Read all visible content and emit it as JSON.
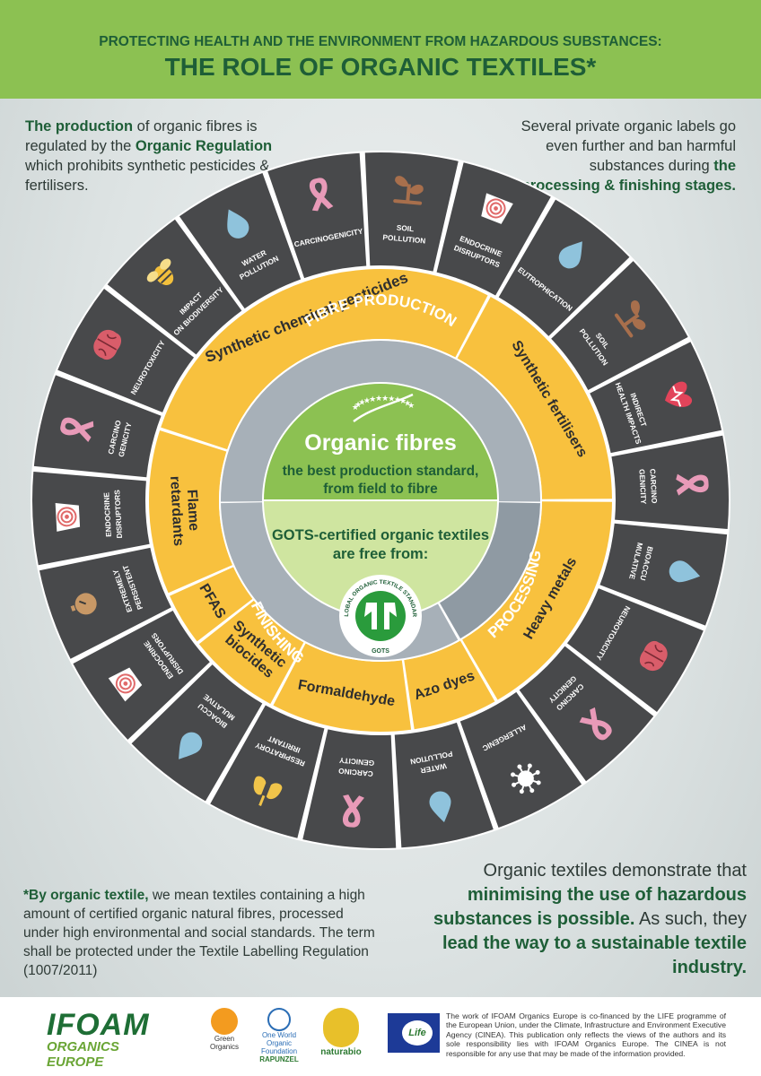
{
  "header": {
    "subtitle": "PROTECTING HEALTH AND THE ENVIRONMENT FROM HAZARDOUS SUBSTANCES:",
    "title": "THE ROLE OF ORGANIC TEXTILES*"
  },
  "intro_left": {
    "parts": [
      "The production",
      " of organic fibres is regulated by the ",
      "Organic Regulation",
      " which prohibits synthetic pesticides & fertilisers."
    ]
  },
  "intro_right": {
    "parts": [
      "Several private organic labels go even further and ban harmful substances during ",
      "the processing & finishing stages."
    ]
  },
  "center": {
    "top_title": "Organic fibres",
    "top_sub1": "the best production standard,",
    "top_sub2": "from field to fibre",
    "bottom_title1": "GOTS-certified organic textiles",
    "bottom_title2": "are free from:",
    "gots_logo_text": "GLOBAL ORGANIC TEXTILE STANDARD",
    "gots_short": "GOTS"
  },
  "stages": {
    "fibre": "FIBRE PRODUCTION",
    "processing": "PROCESSING",
    "finishing": "FINISHING"
  },
  "substances": [
    {
      "label": "Synthetic chemical pesticides"
    },
    {
      "label": "Synthetic fertilisers"
    },
    {
      "label": "Heavy metals"
    },
    {
      "label": "Azo dyes"
    },
    {
      "label": "Formaldehyde"
    },
    {
      "label": "Synthetic biocides"
    },
    {
      "label": "PFAS"
    },
    {
      "label": "Flame retardants"
    }
  ],
  "impacts": [
    {
      "label": "SOIL POLLUTION",
      "icon": "sprout-icon"
    },
    {
      "label": "ENDOCRINE DISRUPTORS",
      "icon": "target-icon"
    },
    {
      "label": "EUTROPHICATION",
      "icon": "drop-icon"
    },
    {
      "label": "SOIL POLLUTION",
      "icon": "sprout-icon"
    },
    {
      "label": "INDIRECT HEALTH IMPACTS",
      "icon": "heart-icon"
    },
    {
      "label": "CARCINO GENICITY",
      "icon": "ribbon-icon"
    },
    {
      "label": "BIOACCU MULATIVE",
      "icon": "drop-icon"
    },
    {
      "label": "NEUROTOXICITY",
      "icon": "brain-icon"
    },
    {
      "label": "CARCINO GENICITY",
      "icon": "ribbon-icon"
    },
    {
      "label": "ALLERGENIC",
      "icon": "virus-icon"
    },
    {
      "label": "WATER POLLUTION",
      "icon": "drop-icon"
    },
    {
      "label": "CARCINO GENICITY",
      "icon": "ribbon-icon"
    },
    {
      "label": "RESPIRATORY IRRITANT",
      "icon": "lungs-icon"
    },
    {
      "label": "BIOACCU MULATIVE",
      "icon": "drop-icon"
    },
    {
      "label": "ENDOCRINE DISRUPTORS",
      "icon": "target-icon"
    },
    {
      "label": "EXTREMELY PERSISTENT",
      "icon": "timer-icon"
    },
    {
      "label": "ENDOCRINE DISRUPTORS",
      "icon": "target-icon"
    },
    {
      "label": "CARCINO GENICITY",
      "icon": "ribbon-icon"
    },
    {
      "label": "NEUROTOXICITY",
      "icon": "brain-icon"
    },
    {
      "label": "IMPACT ON BIODIVERSITY",
      "icon": "bee-icon"
    },
    {
      "label": "WATER POLLUTION",
      "icon": "drop-icon"
    },
    {
      "label": "CARCINOGENICITY",
      "icon": "ribbon-icon"
    }
  ],
  "footnote": {
    "parts": [
      "*By organic textile,",
      " we mean textiles containing a high amount of certified organic natural fibres, processed under high environmental and social standards. The term shall be protected under the Textile Labelling Regulation (1007/2011)"
    ]
  },
  "conclusion": {
    "parts": [
      "Organic textiles demonstrate that ",
      "minimising the use of hazardous substances is possible.",
      " As such, they ",
      "lead the way to a sustainable textile industry."
    ]
  },
  "footer": {
    "ifoam_title": "IFOAM",
    "ifoam_sub": "ORGANICS EUROPE",
    "green_organics": "Green Organics",
    "one_world": "One World Organic Foundation",
    "rapunzel": "RAPUNZEL",
    "naturabio": "naturabio",
    "life": "Life",
    "disclaimer": "The work of IFOAM Organics Europe is co-financed by the LIFE programme of the European Union, under the Climate, Infrastructure and Environment Executive Agency (CINEA). This publication only reflects the views of the authors and its sole responsibility lies with IFOAM Organics Europe. The CINEA is not responsible for any use that may be made of the information provided."
  },
  "colors": {
    "green": "#8cc152",
    "dark_green": "#1e5e37",
    "yellow": "#f8c13e",
    "grey_ring": "#9aa5ae",
    "dark_ring": "#48494b",
    "light_green": "#cfe5a0"
  }
}
